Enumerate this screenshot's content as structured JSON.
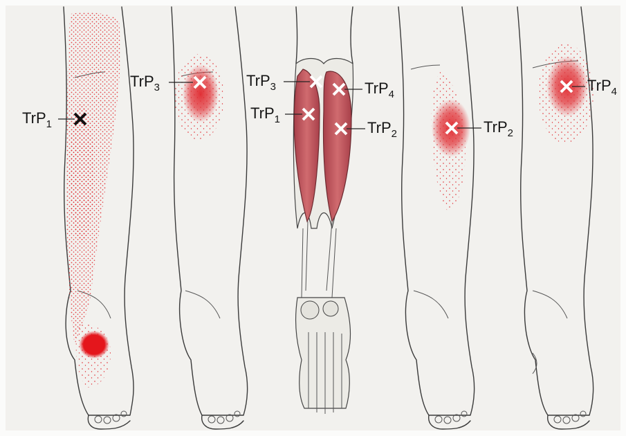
{
  "colors": {
    "background": "#f2f1ee",
    "referral_pain": "#e0272d",
    "muscle": "#c4545a",
    "trigger_mark": "#ffffff",
    "trigger_mark_dark": "#111111"
  },
  "panels": [
    {
      "id": "1",
      "labels": [
        {
          "base": "TrP",
          "sub": "1",
          "mark": "x-dark"
        }
      ]
    },
    {
      "id": "2",
      "labels": [
        {
          "base": "TrP",
          "sub": "3",
          "mark": "x-white"
        }
      ]
    },
    {
      "id": "3",
      "labels": [
        {
          "base": "TrP",
          "sub": "3",
          "mark": "x-white"
        },
        {
          "base": "TrP",
          "sub": "4",
          "mark": "x-white"
        },
        {
          "base": "TrP",
          "sub": "1",
          "mark": "x-white"
        },
        {
          "base": "TrP",
          "sub": "2",
          "mark": "x-white"
        }
      ]
    },
    {
      "id": "4",
      "labels": [
        {
          "base": "TrP",
          "sub": "2",
          "mark": "x-white"
        }
      ]
    },
    {
      "id": "5",
      "labels": [
        {
          "base": "TrP",
          "sub": "4",
          "mark": "x-white"
        }
      ]
    }
  ]
}
